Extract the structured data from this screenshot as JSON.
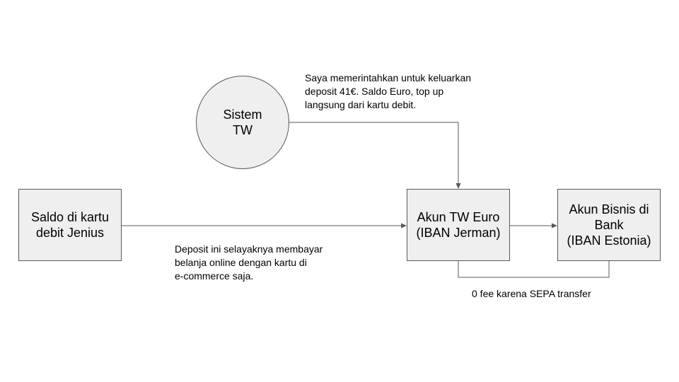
{
  "diagram": {
    "nodes": {
      "sistem_tw": {
        "lines": [
          "Sistem",
          "TW"
        ]
      },
      "jenius": {
        "lines": [
          "Saldo di kartu",
          "debit Jenius"
        ]
      },
      "tw_euro": {
        "lines": [
          "Akun TW Euro",
          "(IBAN Jerman)"
        ]
      },
      "bisnis": {
        "lines": [
          "Akun Bisnis di",
          "Bank",
          "(IBAN Estonia)"
        ]
      }
    },
    "notes": {
      "instruction": {
        "lines": [
          "Saya memerintahkan untuk keluarkan",
          "deposit 41€. Saldo Euro, top up",
          "langsung dari kartu debit."
        ]
      },
      "deposit": {
        "lines": [
          "Deposit ini selayaknya membayar",
          "belanja online dengan kartu di",
          "e-commerce saja."
        ]
      },
      "sepa": {
        "lines": [
          "0 fee karena SEPA transfer"
        ]
      }
    },
    "edges": [
      {
        "from": "sistem_tw",
        "to": "tw_euro",
        "arrow": true
      },
      {
        "from": "jenius",
        "to": "tw_euro",
        "arrow": true
      },
      {
        "from": "tw_euro",
        "to": "bisnis",
        "arrow": true
      },
      {
        "from": "tw_euro",
        "to": "bisnis",
        "arrow": false
      }
    ],
    "colors": {
      "node_fill": "#efefef",
      "node_border": "#595959",
      "connector": "#595959",
      "text": "#000000"
    }
  }
}
